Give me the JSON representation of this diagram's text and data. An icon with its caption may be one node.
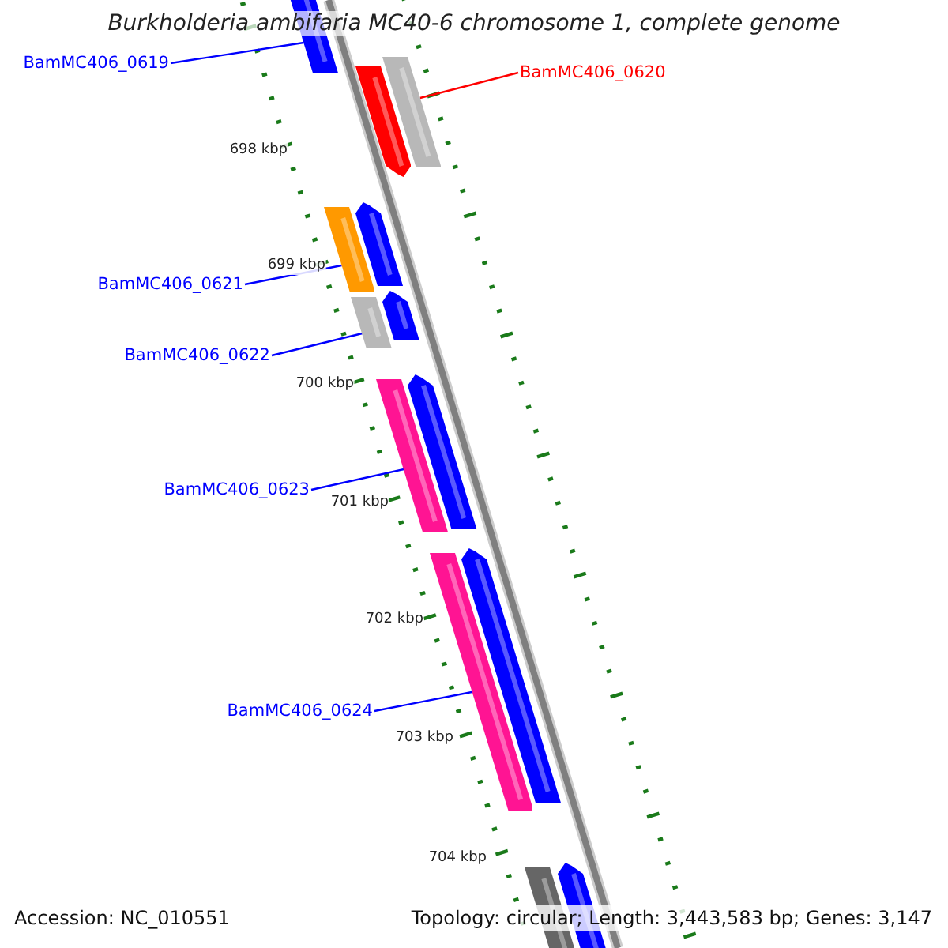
{
  "diagram": {
    "title": "Burkholderia ambifaria MC40-6 chromosome 1, complete genome",
    "nodes": [
      {
        "text": [
          "BamMC406_0619"
        ]
      },
      {
        "text": [
          "BamMC406_0620"
        ]
      },
      {
        "text": [
          "BamMC406_0621"
        ]
      },
      {
        "text": [
          "BamMC406_0622"
        ]
      },
      {
        "text": [
          "BamMC406_0623"
        ]
      },
      {
        "text": [
          "BamMC406_0624"
        ]
      },
      {
        "text": [],
        "shape": "bar"
      },
      {
        "text": [],
        "shape": "bar"
      },
      {
        "text": [],
        "shape": "bar"
      },
      {
        "text": [],
        "shape": "bar"
      },
      {
        "text": [],
        "shape": "bar"
      },
      {
        "text": [],
        "shape": "bar"
      }
    ],
    "edges": [
      {
        "from": 0,
        "to": 6,
        "arrow": "none"
      },
      {
        "from": 1,
        "to": 7,
        "arrow": "none",
        "color": "#ff0000"
      },
      {
        "from": 2,
        "to": 8,
        "arrow": "none"
      },
      {
        "from": 3,
        "to": 9,
        "arrow": "none"
      },
      {
        "from": 4,
        "to": 10,
        "arrow": "none"
      },
      {
        "from": 5,
        "to": 11,
        "arrow": "none"
      }
    ],
    "labels": [
      "698 kbp",
      "699 kbp",
      "700 kbp",
      "701 kbp",
      "702 kbp",
      "703 kbp",
      "704 kbp",
      "Accession: NC_010551",
      "Topology: circular; Length: 3,443,583 bp; Genes: 3,147"
    ]
  }
}
